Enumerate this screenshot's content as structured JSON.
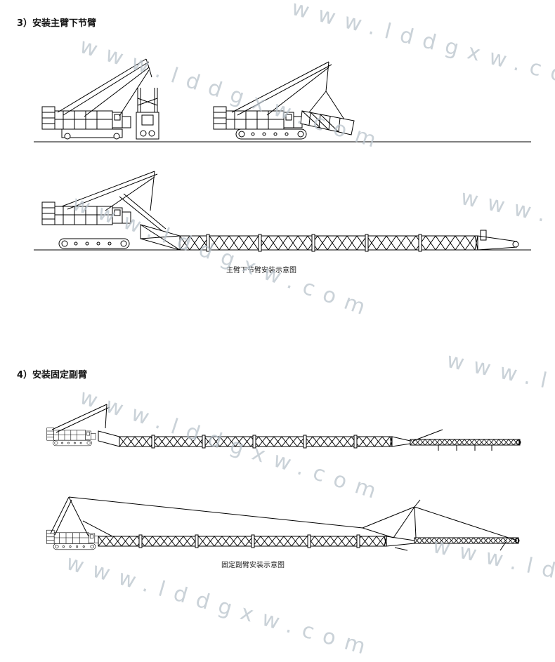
{
  "watermark": "www.lddgxw.com",
  "step3": {
    "title": "3）安装主臂下节臂",
    "caption": "主臂下节臂安装示意图"
  },
  "step4": {
    "title": "4）安装固定副臂",
    "caption": "固定副臂安装示意图"
  }
}
